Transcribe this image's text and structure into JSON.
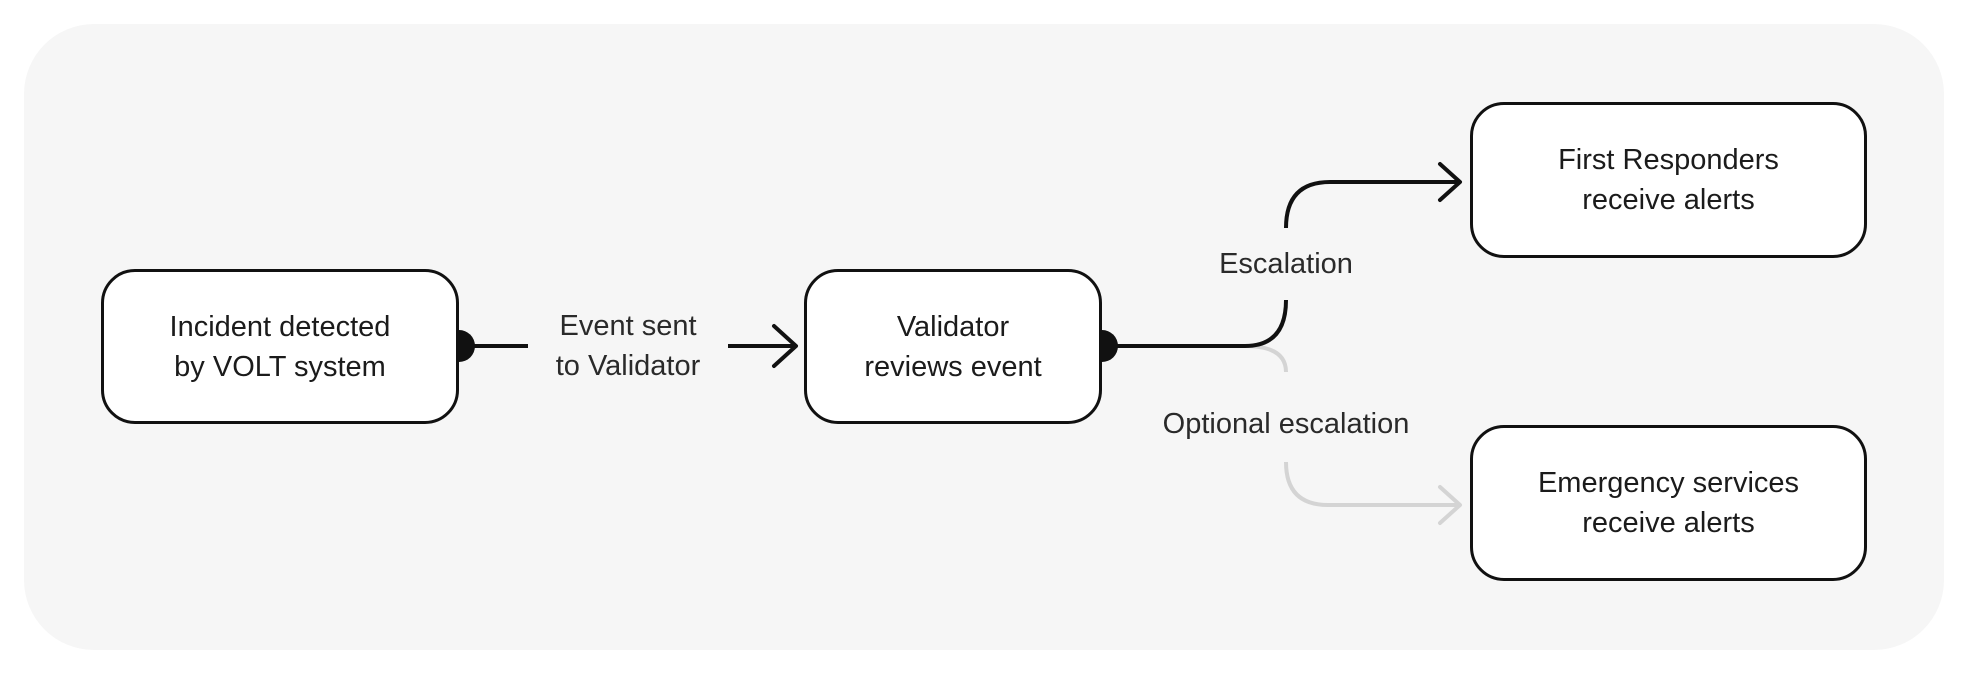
{
  "colors": {
    "frame_background": "#f6f6f6",
    "node_border": "#111111",
    "primary_edge": "#111111",
    "optional_edge": "#d4d4d4"
  },
  "nodes": {
    "incident": {
      "line1": "Incident detected",
      "line2": "by VOLT system"
    },
    "validator": {
      "line1": "Validator",
      "line2": "reviews event"
    },
    "first_responders": {
      "line1": "First Responders",
      "line2": "receive alerts"
    },
    "emergency_services": {
      "line1": "Emergency services",
      "line2": "receive alerts"
    }
  },
  "edges": {
    "event_sent": {
      "line1": "Event sent",
      "line2": "to Validator"
    },
    "escalation": {
      "label": "Escalation"
    },
    "optional_escalation": {
      "label": "Optional escalation"
    }
  }
}
